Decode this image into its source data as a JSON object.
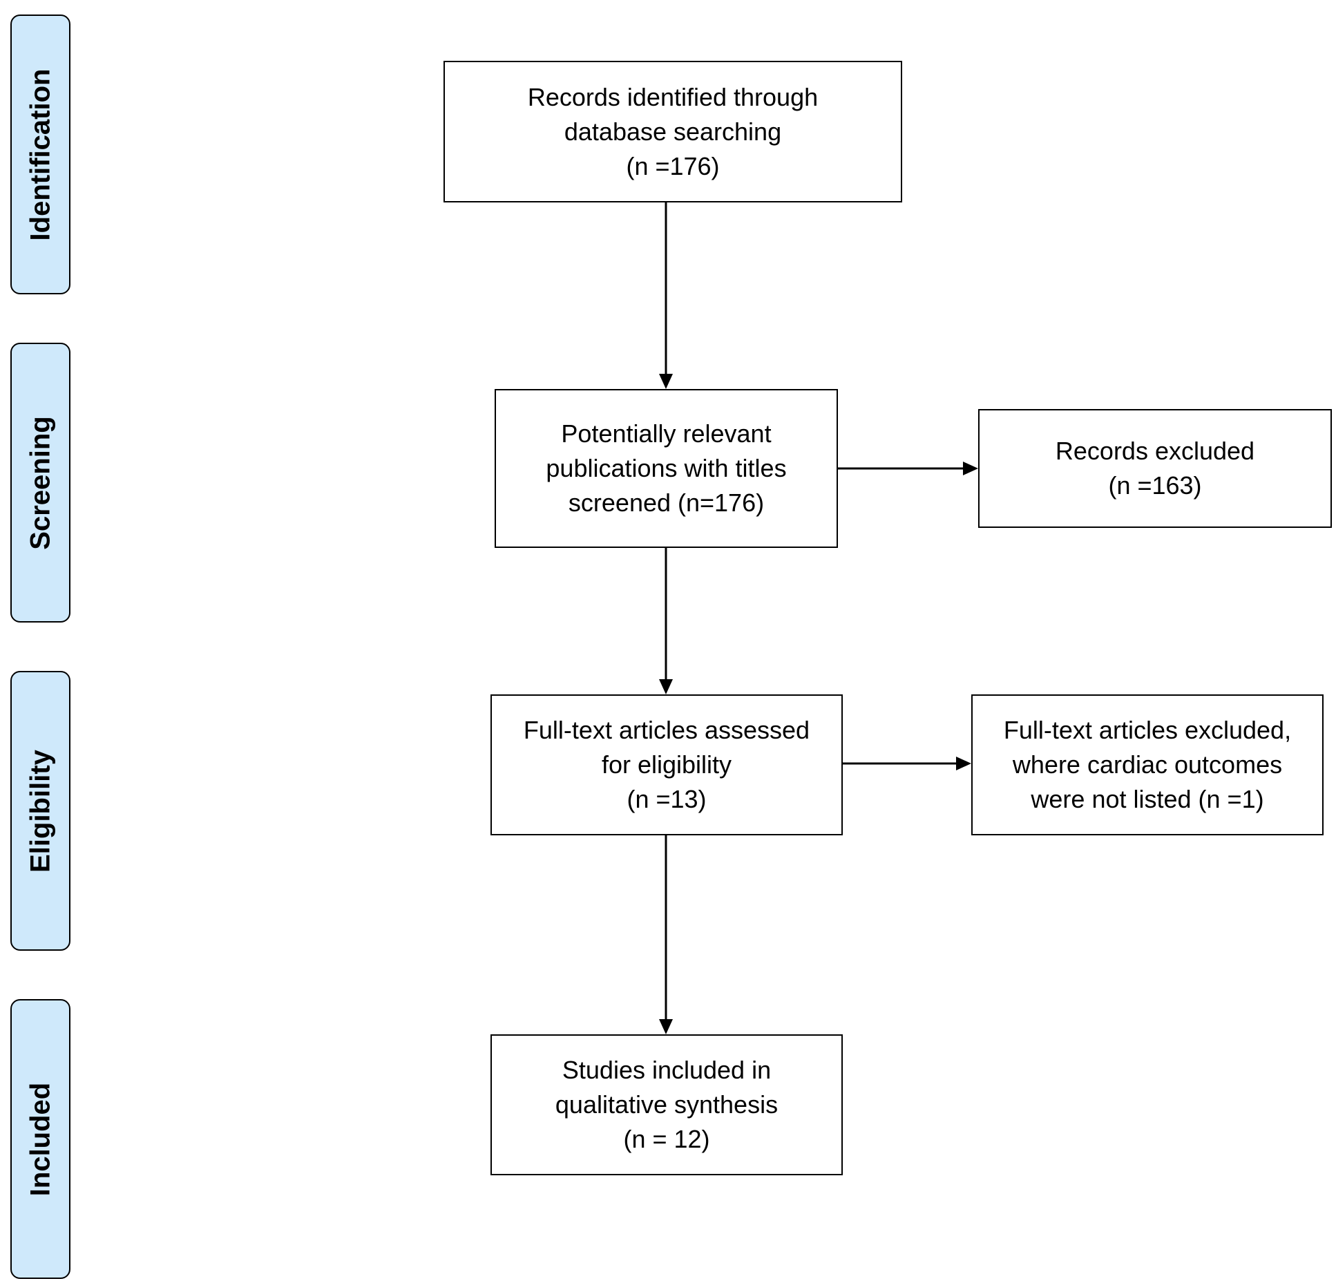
{
  "phases": {
    "identification": "Identification",
    "screening": "Screening",
    "eligibility": "Eligibility",
    "included": "Included"
  },
  "boxes": {
    "identified": [
      "Records identified through",
      "database searching",
      "(n =176)"
    ],
    "screened": [
      "Potentially relevant",
      "publications with titles",
      "screened (n=176)"
    ],
    "excluded": [
      "Records excluded",
      "(n =163)"
    ],
    "fulltext": [
      "Full-text articles assessed",
      "for eligibility",
      "(n =13)"
    ],
    "fulltext_excluded": [
      "Full-text articles excluded,",
      "where cardiac outcomes",
      "were not listed (n =1)"
    ],
    "included": [
      "Studies included in",
      "qualitative synthesis",
      "(n = 12)"
    ]
  }
}
